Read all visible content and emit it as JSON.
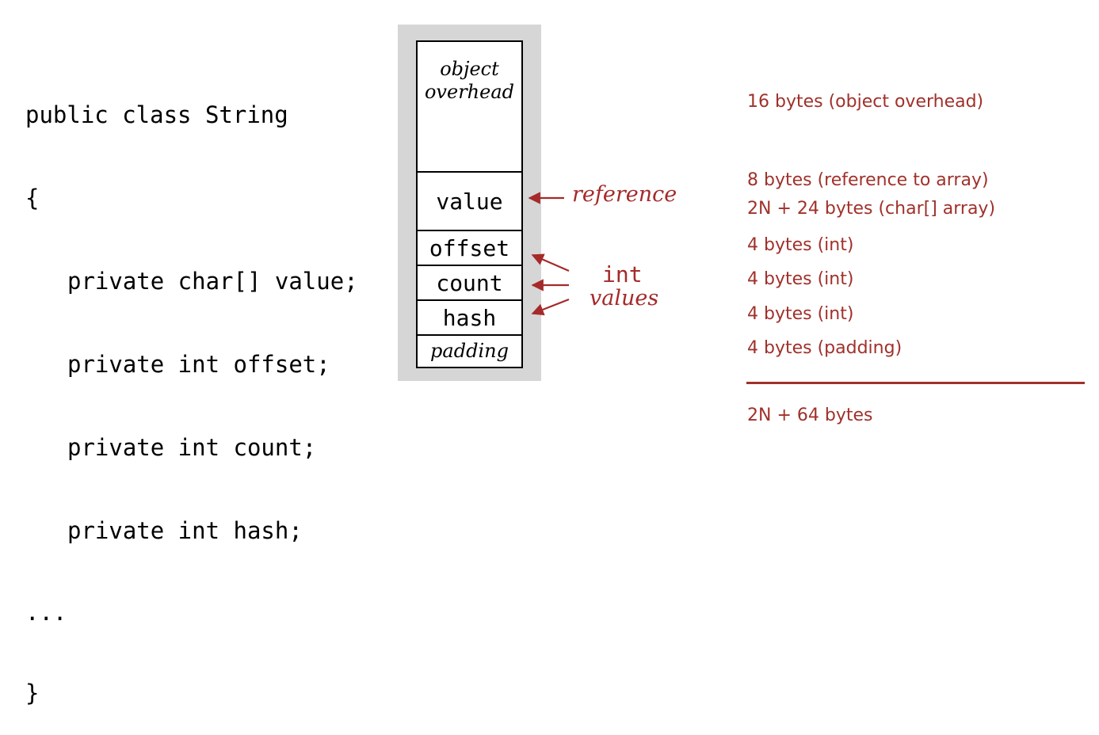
{
  "code": {
    "lines": [
      "public class String",
      "{",
      "private char[] value;",
      "private int offset;",
      "private int count;",
      "private int hash;",
      "...",
      "}"
    ]
  },
  "memory": {
    "cells": {
      "overhead": "object overhead",
      "value": "value",
      "offset": "offset",
      "count": "count",
      "hash": "hash",
      "padding": "padding"
    }
  },
  "annotations": {
    "reference": "reference",
    "int": "int",
    "values": "values"
  },
  "sizes": {
    "overhead": "16 bytes (object overhead)",
    "reference": "8 bytes (reference to array)",
    "array": "2N + 24 bytes (char[] array)",
    "offset": "4 bytes (int)",
    "count": "4 bytes (int)",
    "hash": "4 bytes (int)",
    "padding": "4 bytes (padding)",
    "total": "2N + 64 bytes"
  },
  "colors": {
    "accent": "#a0312b",
    "memory_background": "#d6d6d6"
  }
}
